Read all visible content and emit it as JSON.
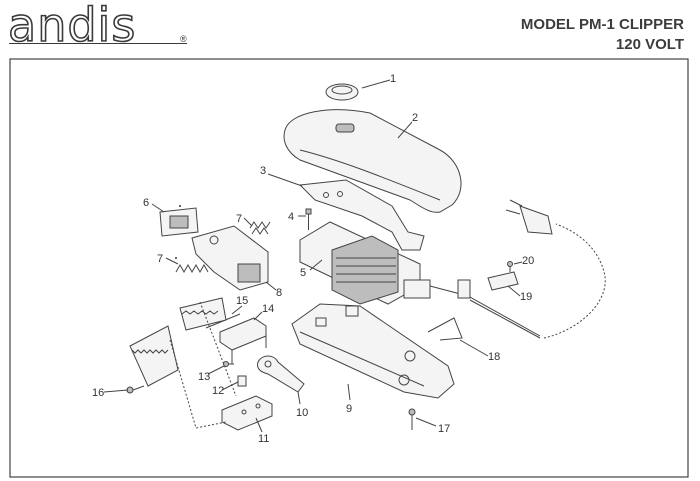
{
  "brand": {
    "logo_text": "andis",
    "registered_mark": "®"
  },
  "header": {
    "model": "MODEL PM-1 CLIPPER",
    "voltage": "120 VOLT"
  },
  "callouts": [
    "1",
    "2",
    "3",
    "4",
    "5",
    "6",
    "7",
    "7",
    "8",
    "9",
    "10",
    "11",
    "12",
    "13",
    "14",
    "15",
    "16",
    "17",
    "18",
    "19",
    "20"
  ]
}
